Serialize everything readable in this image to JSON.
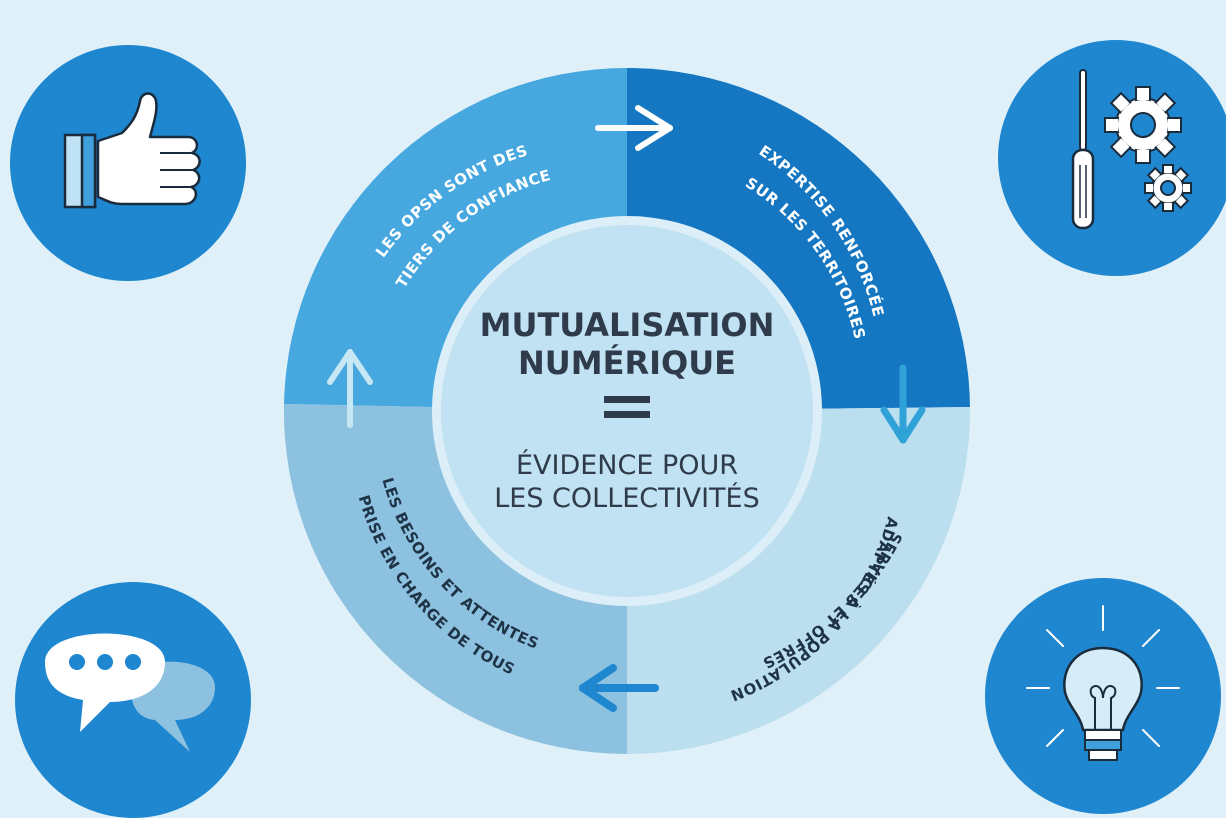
{
  "center": {
    "title_line1": "MUTUALISATION",
    "title_line2": "NUMÉRIQUE",
    "subtitle_line1": "ÉVIDENCE POUR",
    "subtitle_line2": "LES COLLECTIVITÉS"
  },
  "segments": [
    {
      "id": "trust",
      "line1": "LES OPSN SONT DES",
      "line2": "TIERS DE CONFIANCE",
      "color": "#47a8e0"
    },
    {
      "id": "expertise",
      "line1": "EXPERTISE RENFORCÉE",
      "line2": "SUR LES TERRITOIRES",
      "color": "#1577c2"
    },
    {
      "id": "services",
      "line1": "SERVICES ET OFFRES",
      "line2": "ADAPTÉS À LA POPULATION",
      "color": "#bcdff0"
    },
    {
      "id": "needs",
      "line1": "PRISE EN CHARGE DE TOUS",
      "line2": "LES BESOINS ET ATTENTES",
      "color": "#8dc1e0"
    }
  ],
  "icons": {
    "top_left": "thumbs-up-icon",
    "top_right": "tools-gears-icon",
    "bottom_left": "chat-bubbles-icon",
    "bottom_right": "lightbulb-icon"
  },
  "colors": {
    "background": "#dff0f9",
    "icon_circle": "#1f87d0",
    "center_fill": "#c0e2f2",
    "center_text": "#2f3b4a"
  }
}
